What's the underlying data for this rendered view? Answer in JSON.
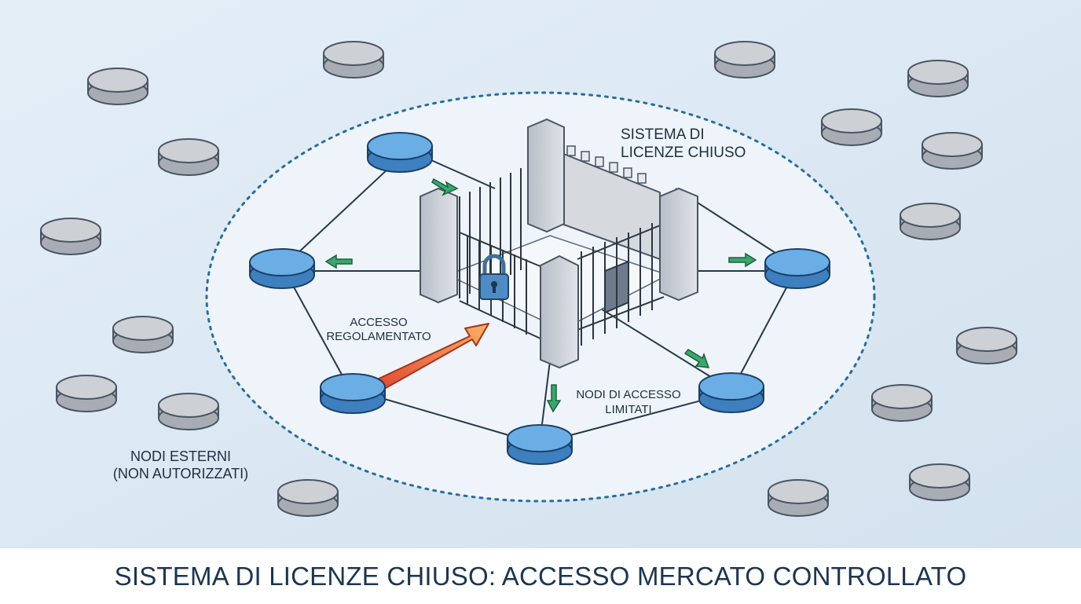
{
  "labels": {
    "system": [
      "SISTEMA DI",
      "LICENZE CHIUSO"
    ],
    "access": [
      "ACCESSO",
      "REGOLAMENTATO"
    ],
    "limited": [
      "NODI DI ACCESSO",
      "LIMITATI"
    ],
    "external": [
      "NODI ESTERNI",
      "(NON AUTORIZZATI)"
    ]
  },
  "footer": {
    "title": "SISTEMA DI LICENZE CHIUSO: ACCESSO MERCATO CONTROLLATO"
  },
  "colors": {
    "background": "#dbe8f3",
    "inner_area": "#eef4f9",
    "boundary": "#2a6d9c",
    "internal_node": "#5ea3dc",
    "external_node": "#c9ccd1",
    "access_arrow": "#f28a3a",
    "small_arrow": "#3aa76d"
  },
  "icons": [
    "padlock-icon"
  ]
}
